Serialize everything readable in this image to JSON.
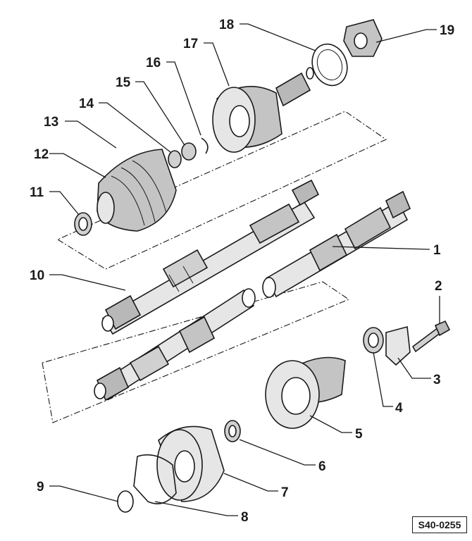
{
  "figure_id": "S40-0255",
  "callouts": [
    "1",
    "2",
    "3",
    "4",
    "5",
    "6",
    "7",
    "8",
    "9",
    "10",
    "11",
    "12",
    "13",
    "14",
    "15",
    "16",
    "17",
    "18",
    "19"
  ],
  "colors": {
    "ink": "#1a1a1a",
    "fill_light": "#e6e6e6",
    "fill_mid": "#c4c4c4",
    "fill_dark": "#9a9a9a"
  }
}
